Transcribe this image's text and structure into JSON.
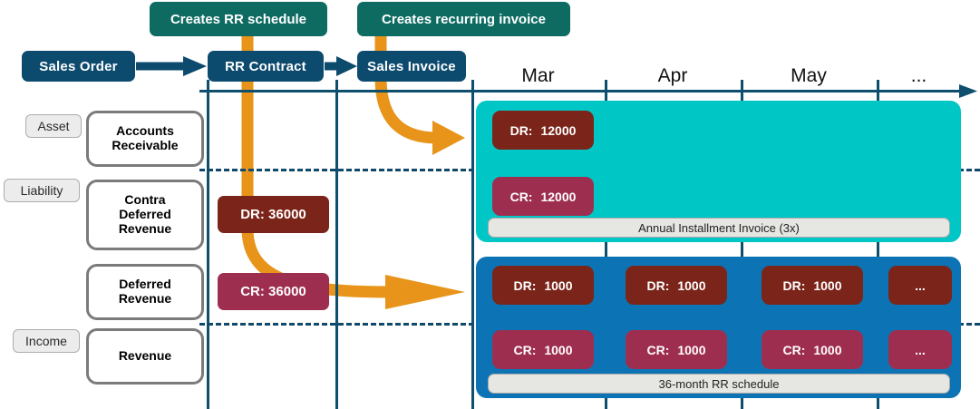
{
  "flow": {
    "nodes": [
      {
        "label": "Sales Order"
      },
      {
        "label": "RR Contract"
      },
      {
        "label": "Sales Invoice"
      }
    ],
    "callouts": [
      {
        "label": "Creates RR schedule"
      },
      {
        "label": "Creates recurring invoice"
      }
    ]
  },
  "ledger": {
    "categories": [
      {
        "label": "Asset"
      },
      {
        "label": "Liability"
      },
      {
        "label": "Income"
      }
    ],
    "accounts": [
      {
        "label": "Accounts\nReceivable"
      },
      {
        "label": "Contra\nDeferred\nRevenue"
      },
      {
        "label": "Deferred\nRevenue"
      },
      {
        "label": "Revenue"
      }
    ],
    "contract_entries": [
      {
        "type": "DR",
        "text": "DR: 36000"
      },
      {
        "type": "CR",
        "text": "CR: 36000"
      }
    ]
  },
  "timeline": {
    "months": [
      "Mar",
      "Apr",
      "May",
      "..."
    ]
  },
  "invoice_panel": {
    "caption": "Annual Installment Invoice (3x)",
    "color": "#00c6c6",
    "debits": [
      {
        "label": "DR:",
        "value": "12000"
      }
    ],
    "credits": [
      {
        "label": "CR:",
        "value": "12000"
      }
    ]
  },
  "schedule_panel": {
    "caption": "36-month RR schedule",
    "color": "#0c74b5",
    "debits": [
      {
        "label": "DR:",
        "value": "1000"
      },
      {
        "label": "DR:",
        "value": "1000"
      },
      {
        "label": "DR:",
        "value": "1000"
      },
      {
        "label": "",
        "value": "..."
      }
    ],
    "credits": [
      {
        "label": "CR:",
        "value": "1000"
      },
      {
        "label": "CR:",
        "value": "1000"
      },
      {
        "label": "CR:",
        "value": "1000"
      },
      {
        "label": "",
        "value": "..."
      }
    ]
  },
  "colors": {
    "navy": "#0c4a6e",
    "teal": "#0d6b62",
    "orange": "#e8941a",
    "debit": "#7b2419",
    "credit": "#9e2e50",
    "cyan_panel": "#00c6c6",
    "blue_panel": "#0c74b5"
  }
}
